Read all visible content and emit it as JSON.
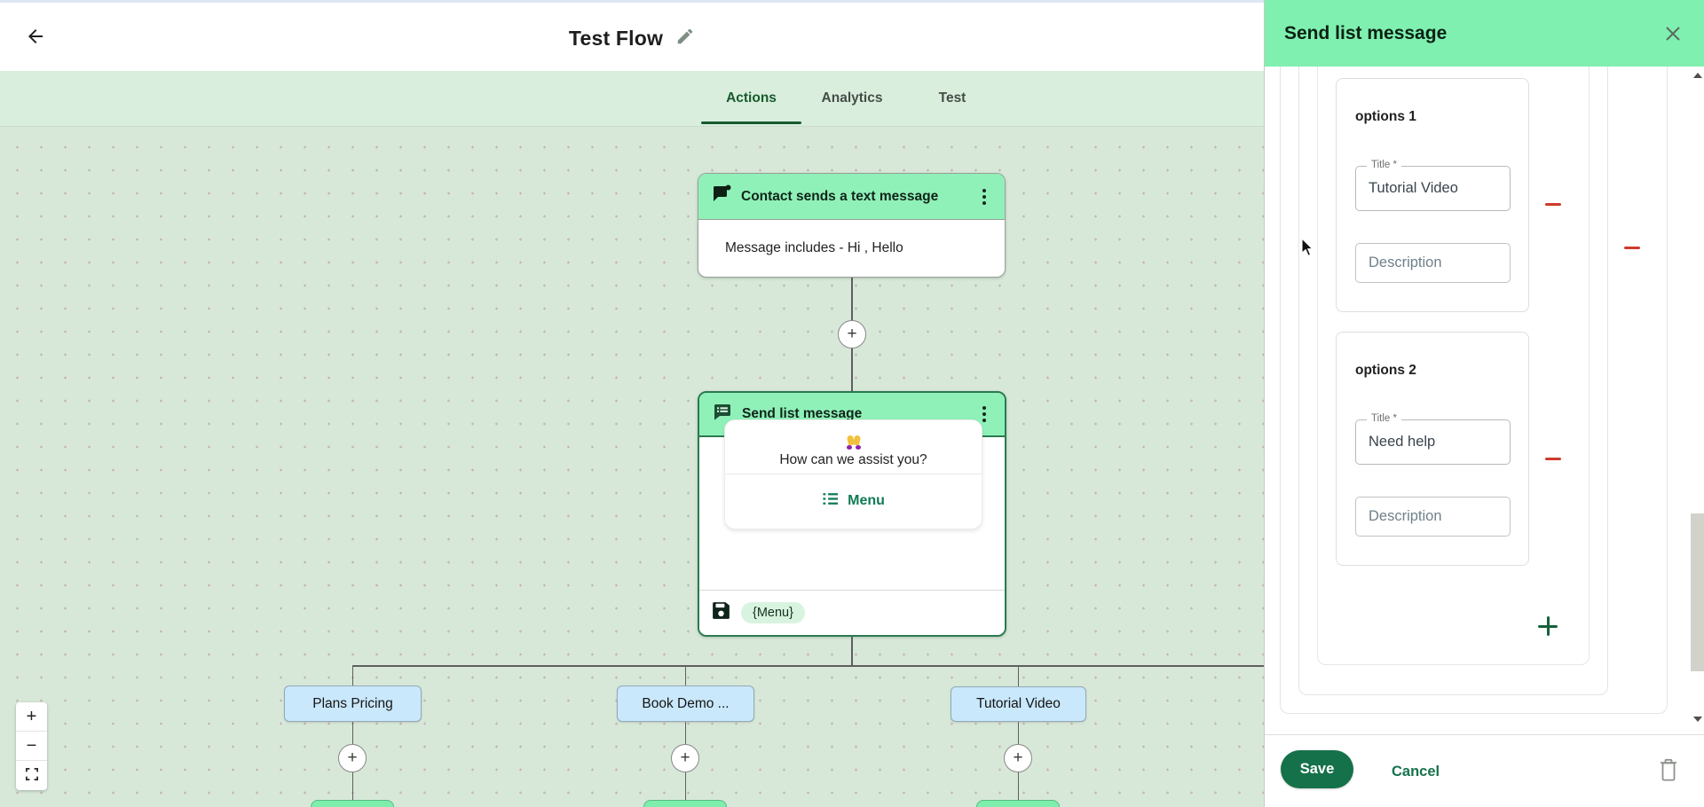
{
  "header": {
    "title": "Test Flow"
  },
  "tabs": {
    "actions": "Actions",
    "analytics": "Analytics",
    "test": "Test"
  },
  "canvas": {
    "connector_plus": "+",
    "nodes": {
      "contact": {
        "title": "Contact sends a text message",
        "body": "Message includes - Hi , Hello"
      },
      "send_list": {
        "title": "Send list message",
        "preview": {
          "emoji": "folded-hands",
          "question": "How can we assist you?",
          "menu_label": "Menu"
        },
        "variable_chip": "{Menu}"
      }
    },
    "branches": {
      "b0": "Plans Pricing",
      "b1": "Book Demo ...",
      "b2": "Tutorial Video"
    },
    "zoom_controls": {
      "zoom_in": "+",
      "zoom_out": "−"
    }
  },
  "panel": {
    "title": "Send list message",
    "options": [
      {
        "heading": "options 1",
        "title_label": "Title *",
        "title_value": "Tutorial Video",
        "description_placeholder": "Description"
      },
      {
        "heading": "options 2",
        "title_label": "Title *",
        "title_value": "Need help",
        "description_placeholder": "Description"
      }
    ],
    "footer": {
      "save": "Save",
      "cancel": "Cancel"
    }
  },
  "colors": {
    "mint_header": "#7ff0b0",
    "node_header": "#90f1b8",
    "accent_green": "#15714a",
    "tab_active": "#175a2c",
    "danger_red": "#cf3a2c",
    "branch_blue": "#c9e8fb",
    "canvas_bg": "#d7e8d8"
  }
}
